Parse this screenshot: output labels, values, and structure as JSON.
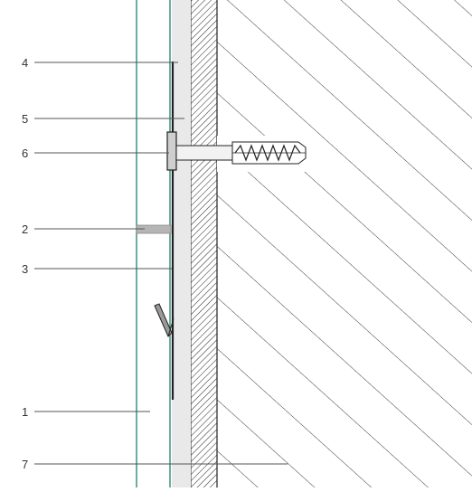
{
  "diagram": {
    "labels": [
      {
        "text": "4"
      },
      {
        "text": "5"
      },
      {
        "text": "6"
      },
      {
        "text": "2"
      },
      {
        "text": "3"
      },
      {
        "text": "1"
      },
      {
        "text": "7"
      }
    ]
  },
  "colors": {
    "glass_line": "#2a8a7a",
    "leader": "#555555",
    "hatch": "#444444",
    "wall_hatch": "#222222",
    "plaster": "#e8e8e8",
    "bracket": "#b0b0b0",
    "clip": "#333333"
  }
}
